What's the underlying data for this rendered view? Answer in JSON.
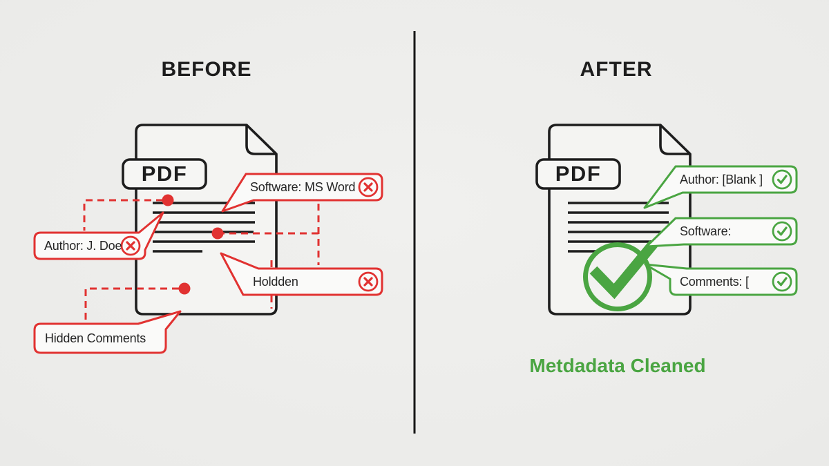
{
  "panels": {
    "before": {
      "title": "BEFORE",
      "file_badge": "PDF",
      "callouts": [
        {
          "label": "Software: MS Word",
          "icon": "x-circle-icon"
        },
        {
          "label": "Author: J. Doe",
          "icon": "x-circle-icon"
        },
        {
          "label": "Holdden",
          "icon": "x-circle-icon"
        },
        {
          "label": "Hidden Comments",
          "icon": ""
        }
      ]
    },
    "after": {
      "title": "AFTER",
      "file_badge": "PDF",
      "callouts": [
        {
          "label": "Author: [Blank ]",
          "icon": "check-circle-icon"
        },
        {
          "label": "Software:",
          "icon": "check-circle-icon"
        },
        {
          "label": "Comments: [",
          "icon": "check-circle-icon"
        }
      ],
      "status_text": "Metdadata Cleaned"
    }
  },
  "colors": {
    "alert_red": "#e13231",
    "success_green": "#4aa542",
    "ink": "#1d1d1d",
    "background": "#ececea"
  }
}
